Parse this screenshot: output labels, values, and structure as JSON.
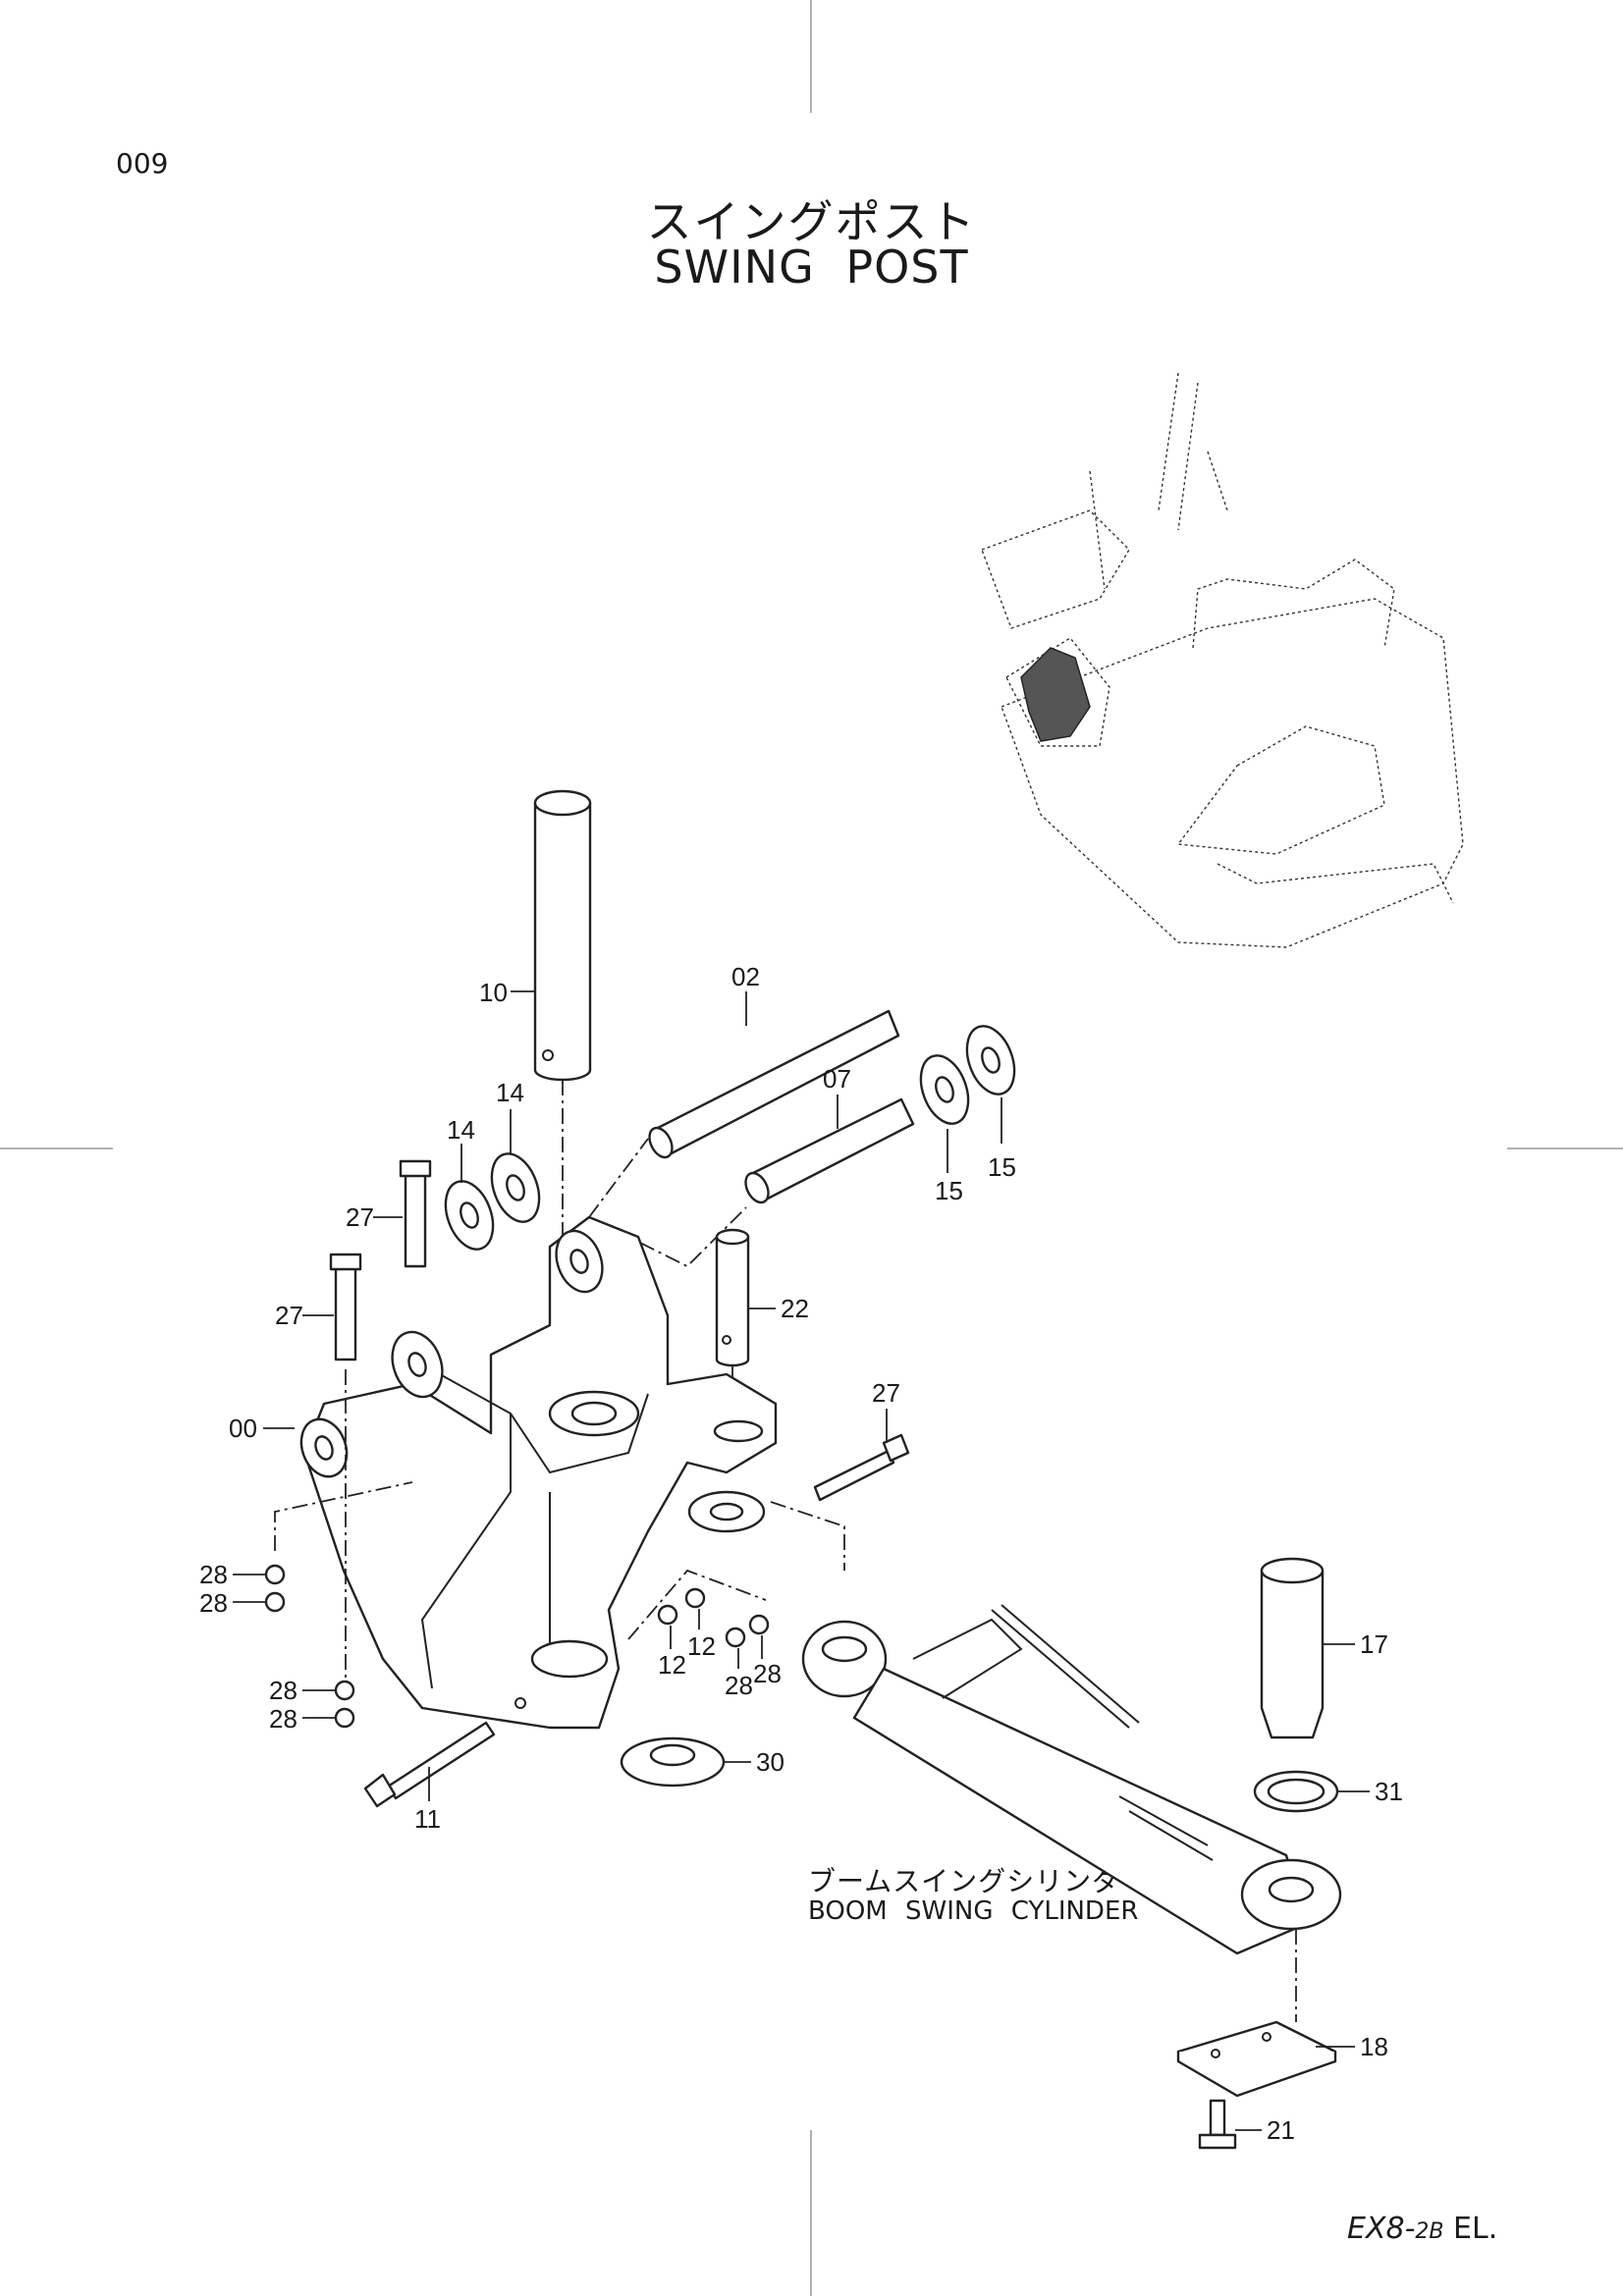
{
  "page_number": "009",
  "title": {
    "jp": "スイングポスト",
    "en": "SWING POST"
  },
  "assembly_caption": {
    "jp": "ブームスイングシリンダ",
    "en": "BOOM SWING CYLINDER"
  },
  "model_code": {
    "main": "EX8-",
    "sub": "2B",
    "suffix": " EL."
  },
  "part_labels": [
    "10",
    "02",
    "14",
    "14",
    "07",
    "15",
    "15",
    "27",
    "27",
    "22",
    "00",
    "27",
    "28",
    "28",
    "28",
    "28",
    "12",
    "12",
    "28",
    "28",
    "30",
    "11",
    "17",
    "31",
    "18",
    "21"
  ]
}
